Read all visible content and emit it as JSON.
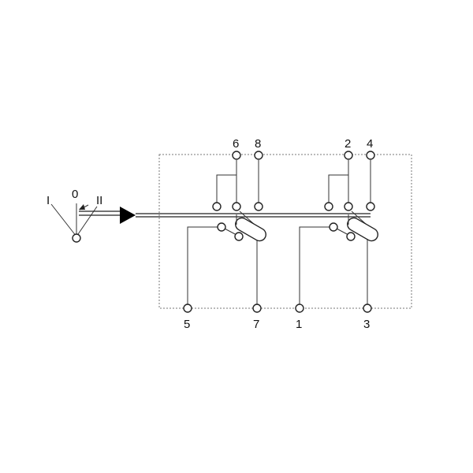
{
  "diagram": {
    "type": "rotary-switch-schematic",
    "selector": {
      "positions": [
        "I",
        "0",
        "II"
      ]
    },
    "terminals_top": [
      "6",
      "8",
      "2",
      "4"
    ],
    "terminals_bottom": [
      "5",
      "7",
      "1",
      "3"
    ],
    "colors": {
      "stroke": "#222222",
      "housing": "#777777",
      "arrow": "#000000"
    }
  }
}
